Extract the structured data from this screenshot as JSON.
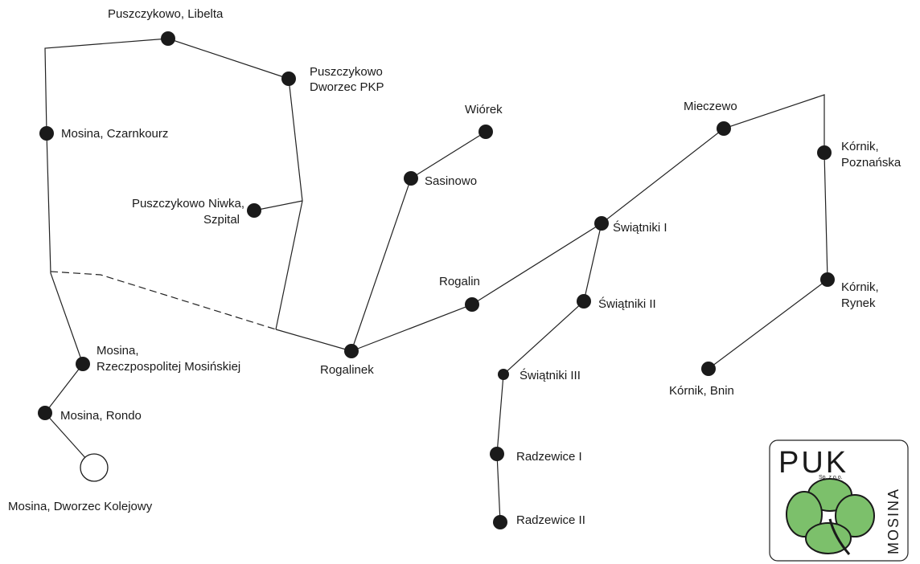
{
  "stops": {
    "puszczykowo_libelta": "Puszczykowo, Libelta",
    "puszczykowo_dworzec_1": "Puszczykowo",
    "puszczykowo_dworzec_2": "Dworzec PKP",
    "mosina_czarnkourz": "Mosina, Czarnkourz",
    "puszczykowo_niwka_1": "Puszczykowo Niwka,",
    "puszczykowo_niwka_2": "Szpital",
    "wiorek": "Wiórek",
    "sasinowo": "Sasinowo",
    "mieczewo": "Mieczewo",
    "kornik_poznanska_1": "Kórnik,",
    "kornik_poznanska_2": "Poznańska",
    "swiatniki_1": "Świątniki I",
    "rogalin": "Rogalin",
    "swiatniki_2": "Świątniki II",
    "kornik_rynek_1": "Kórnik,",
    "kornik_rynek_2": "Rynek",
    "mosina_rzeczpospolitej_1": "Mosina,",
    "mosina_rzeczpospolitej_2": "Rzeczpospolitej Mosińskiej",
    "rogalinek": "Rogalinek",
    "swiatniki_3": "Świątniki III",
    "kornik_bnin": "Kórnik, Bnin",
    "mosina_rondo": "Mosina, Rondo",
    "radzewice_1": "Radzewice I",
    "mosina_dworzec_kolejowy": "Mosina, Dworzec Kolejowy",
    "radzewice_2": "Radzewice II"
  },
  "logo": {
    "name": "PUK",
    "legal": "Sp. z o.o.",
    "city": "MOSINA",
    "color": "#7cc06b"
  }
}
